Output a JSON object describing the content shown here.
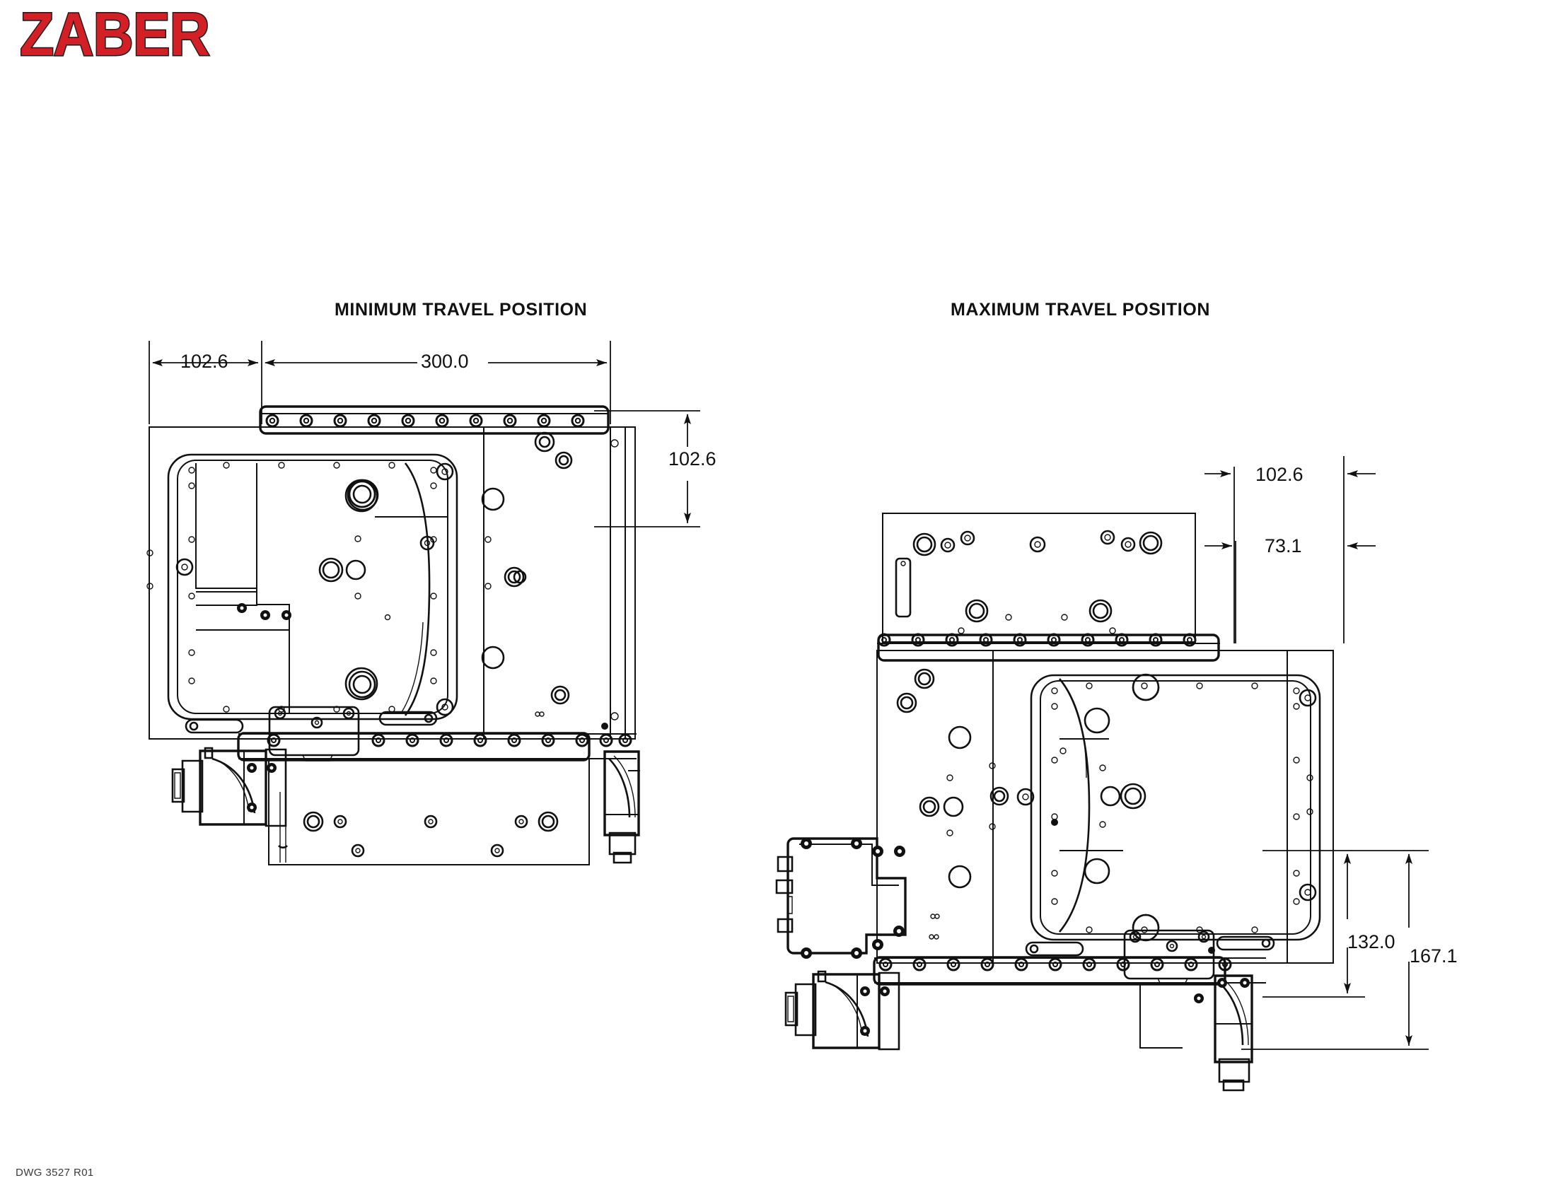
{
  "sheet": {
    "background": "#ffffff",
    "ink": "#111111",
    "brand_color": "#d32027"
  },
  "header": {
    "logo_text": "ZABER"
  },
  "views": [
    {
      "id": "minimum",
      "title": "MINIMUM TRAVEL POSITION"
    },
    {
      "id": "maximum",
      "title": "MAXIMUM TRAVEL POSITION"
    }
  ],
  "dimensions": {
    "min_view": [
      {
        "name": "overhang-horizontal",
        "value": "102.6",
        "orientation": "horizontal"
      },
      {
        "name": "stage-length",
        "value": "300.0",
        "orientation": "horizontal"
      },
      {
        "name": "stage-height",
        "value": "102.6",
        "orientation": "vertical"
      }
    ],
    "max_view": [
      {
        "name": "upper-overhang",
        "value": "102.6",
        "orientation": "horizontal"
      },
      {
        "name": "lower-overhang",
        "value": "73.1",
        "orientation": "horizontal"
      },
      {
        "name": "body-height",
        "value": "132.0",
        "orientation": "vertical"
      },
      {
        "name": "overall-height",
        "value": "167.1",
        "orientation": "vertical"
      }
    ]
  },
  "footer": {
    "drawing_number": "DWG 3527 R01"
  }
}
